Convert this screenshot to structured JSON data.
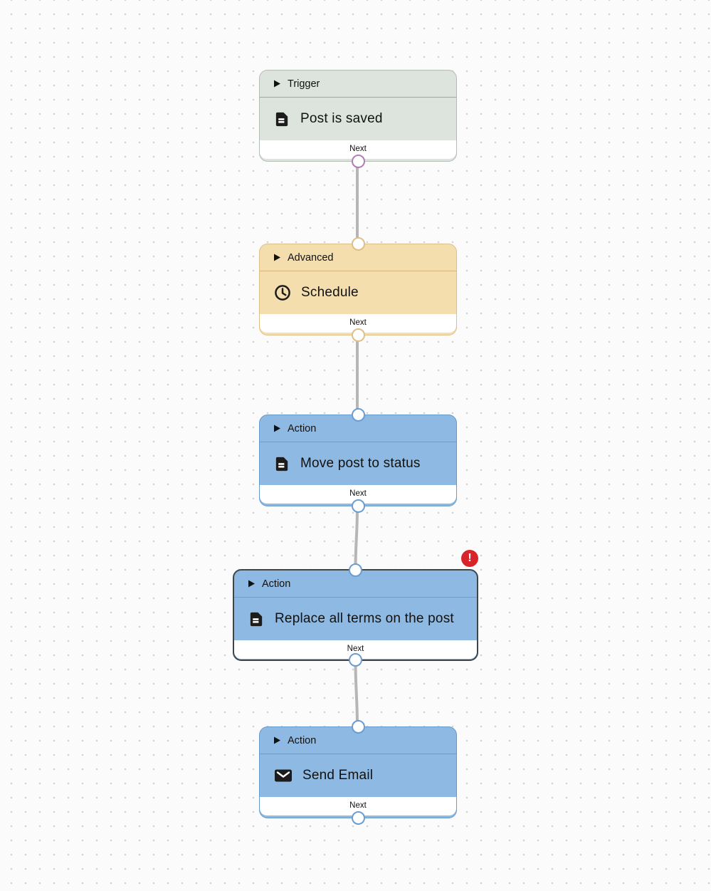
{
  "canvas": {
    "background_color": "#fbfbfb",
    "dot_color": "#d2d2d2",
    "connector_color": "#b6b6b6"
  },
  "nodes": [
    {
      "category": "Trigger",
      "title": "Post is saved",
      "icon": "document-icon",
      "next_label": "Next",
      "has_input_port": false,
      "has_output_port": true,
      "selected": false,
      "colors": {
        "fill": "#dde4de",
        "border": "#b3bcb4",
        "divider": "#9da69e",
        "port": "#b07fb2"
      }
    },
    {
      "category": "Advanced",
      "title": "Schedule",
      "icon": "clock-icon",
      "next_label": "Next",
      "has_input_port": true,
      "has_output_port": true,
      "selected": false,
      "colors": {
        "fill": "#f5deae",
        "border": "#ddbf8a",
        "divider": "#d3b47c",
        "port": "#ddbf8a"
      }
    },
    {
      "category": "Action",
      "title": "Move post to status",
      "icon": "document-icon",
      "next_label": "Next",
      "has_input_port": true,
      "has_output_port": true,
      "selected": false,
      "colors": {
        "fill": "#8db9e2",
        "border": "#6699cc",
        "divider": "#6f9dc9",
        "port": "#6b9dce"
      }
    },
    {
      "category": "Action",
      "title": "Replace all terms on the post",
      "icon": "document-icon",
      "next_label": "Next",
      "has_input_port": true,
      "has_output_port": true,
      "selected": true,
      "error_badge": {
        "symbol": "!",
        "color": "#d8232a"
      },
      "colors": {
        "fill": "#8db9e2",
        "border": "#3c464c",
        "divider": "#6f9dc9",
        "port": "#6b9dce"
      }
    },
    {
      "category": "Action",
      "title": "Send Email",
      "icon": "email-icon",
      "next_label": "Next",
      "has_input_port": true,
      "has_output_port": true,
      "selected": false,
      "colors": {
        "fill": "#8db9e2",
        "border": "#6699cc",
        "divider": "#6f9dc9",
        "port": "#6b9dce"
      }
    }
  ],
  "connections": [
    {
      "from": "Post is saved",
      "to": "Schedule"
    },
    {
      "from": "Schedule",
      "to": "Move post to status"
    },
    {
      "from": "Move post to status",
      "to": "Replace all terms on the post"
    },
    {
      "from": "Replace all terms on the post",
      "to": "Send Email"
    }
  ]
}
